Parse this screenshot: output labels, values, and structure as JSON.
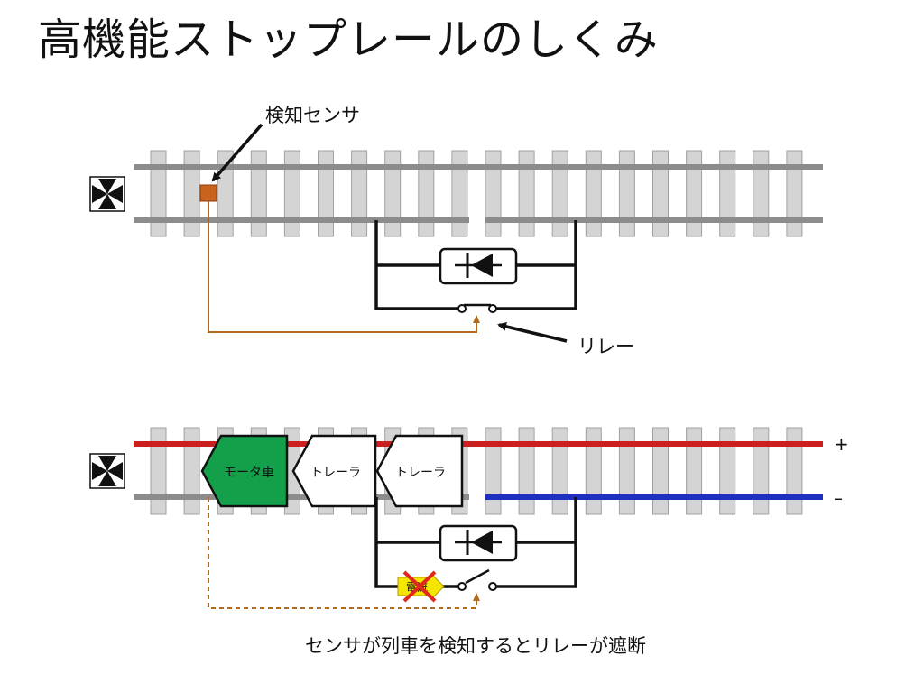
{
  "title": "高機能ストップレールのしくみ",
  "labels": {
    "sensor": "検知センサ",
    "relay": "リレー",
    "caption": "センサが列車を検知するとリレーが遮断",
    "plus": "+",
    "minus": "–"
  },
  "train": {
    "motor_car": "モータ車",
    "trailer_1": "トレーラ",
    "trailer_2": "トレーラ",
    "current_tag": "電流"
  },
  "colors": {
    "rail": "#8c8c8c",
    "rail_plus": "#cc1f1f",
    "rail_minus": "#1f2fc0",
    "sleeper_fill": "#d4d4d4",
    "sleeper_stroke": "#a0a0a0",
    "sensor": "#c8621c",
    "sensor_wire": "#b06a1e",
    "motor_car": "#14a04a",
    "current_tag": "#f5e600",
    "cross": "#e0281e"
  }
}
